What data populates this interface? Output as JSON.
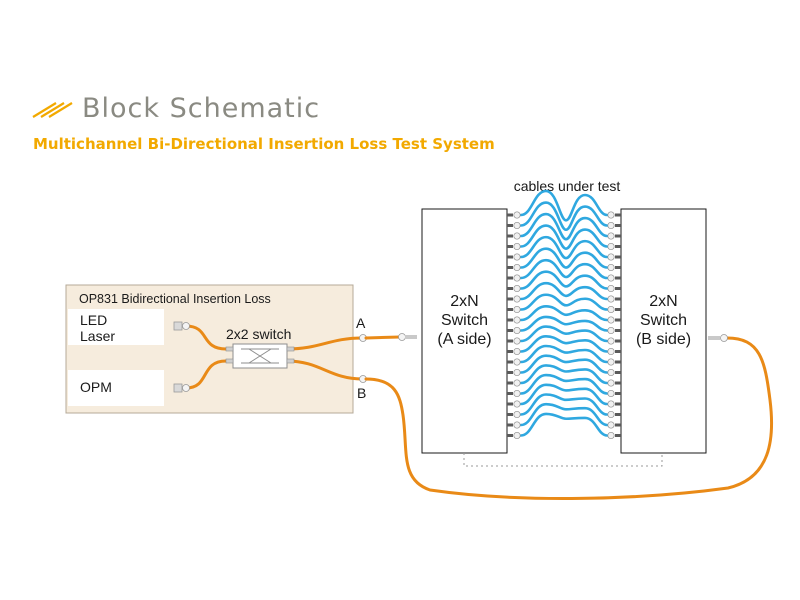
{
  "header": {
    "title": "Block Schematic",
    "subtitle": "Multichannel Bi-Directional Insertion Loss Test System"
  },
  "instrument": {
    "label": "OP831 Bidirectional Insertion Loss",
    "source_line1": "LED",
    "source_line2": "Laser",
    "meter": "OPM",
    "switch": "2x2 switch",
    "port_a": "A",
    "port_b": "B"
  },
  "dut": {
    "caption": "cables under test",
    "switch_a_line1": "2xN",
    "switch_a_line2": "Switch",
    "switch_a_line3": "(A side)",
    "switch_b_line1": "2xN",
    "switch_b_line2": "Switch",
    "switch_b_line3": "(B side)"
  },
  "colors": {
    "fiber": "#e98a17",
    "cable": "#2fa8e0",
    "accent": "#f2a900",
    "panel_fill": "#f6ecdd",
    "panel_stroke": "#b5aa98"
  }
}
